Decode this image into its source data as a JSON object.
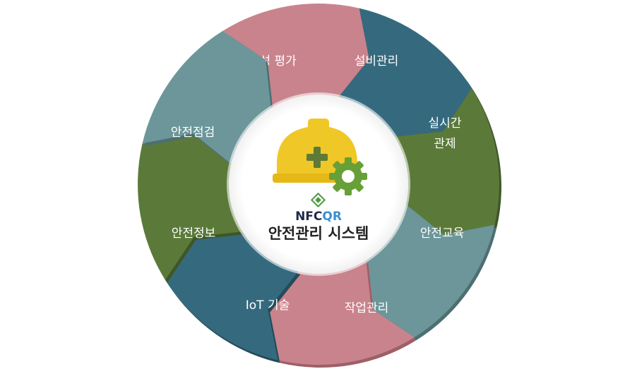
{
  "brand": {
    "nfc": "NFC",
    "qr": "QR"
  },
  "center_title": "안전관리 시스템",
  "segments": [
    {
      "id": "risk",
      "label": "위험성 평가",
      "color": "#c9838c",
      "shadow": "#9e5f67"
    },
    {
      "id": "facility",
      "label": "설비관리",
      "color": "#356a7e",
      "shadow": "#244b5a"
    },
    {
      "id": "realtime",
      "lines": [
        "실시간",
        "관제"
      ],
      "color": "#5b7a3a",
      "shadow": "#3f5627"
    },
    {
      "id": "education",
      "label": "안전교육",
      "color": "#6c9699",
      "shadow": "#4d6f71"
    },
    {
      "id": "work",
      "label": "작업관리",
      "color": "#c9838c",
      "shadow": "#9e5f67"
    },
    {
      "id": "iot",
      "label": "IoT 기술",
      "color": "#356a7e",
      "shadow": "#244b5a"
    },
    {
      "id": "info",
      "label": "안전정보",
      "color": "#5b7a3a",
      "shadow": "#3f5627"
    },
    {
      "id": "inspection",
      "label": "안전점검",
      "color": "#6c9699",
      "shadow": "#4d6f71"
    }
  ]
}
